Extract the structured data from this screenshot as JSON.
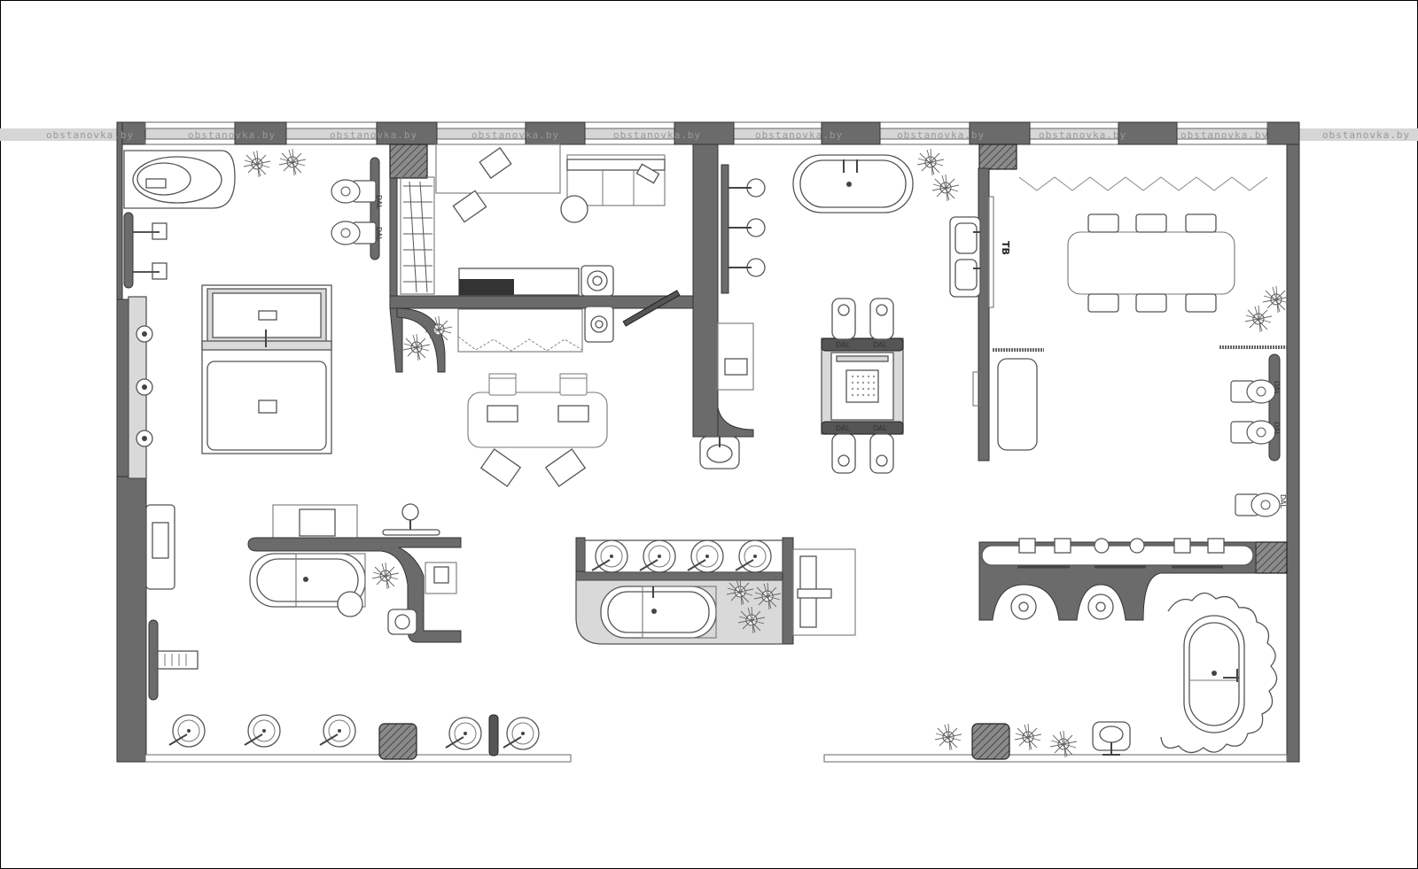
{
  "watermark": {
    "text": "obstanovka.by",
    "band_color": "#d6d6d6"
  },
  "labels": {
    "dal": "DAL",
    "tb": "TB"
  },
  "colors": {
    "wall": "#6b6b6b",
    "fixture_fill": "#ffffff",
    "fixture_gray": "#d9d9d9",
    "line": "#555555"
  },
  "icons": {
    "plant": "plant-icon",
    "toilet": "toilet-icon",
    "sink": "washbasin-icon",
    "bathtub": "bathtub-icon",
    "shower": "shower-head-icon"
  }
}
